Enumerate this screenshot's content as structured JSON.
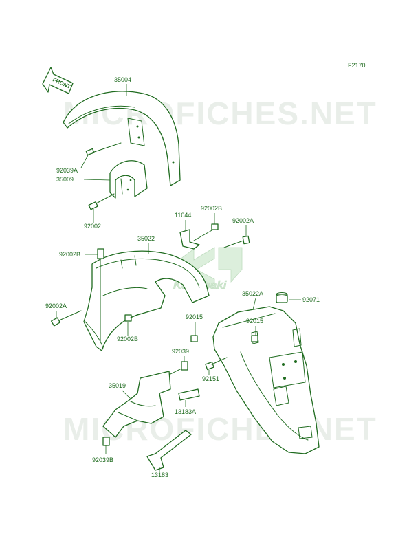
{
  "diagram_code": "F2170",
  "front_marker": "FRONT",
  "watermark_text": "MICROFICHES.NET",
  "brand_text": "Kawasaki",
  "colors": {
    "line": "#1f6b1f",
    "watermark": "#e9eee9",
    "brand": "#cfe7cf"
  },
  "parts": {
    "p35004": "35004",
    "p92039A": "92039A",
    "p35009": "35009",
    "p92002": "92002",
    "p11044": "11044",
    "p92002B_top": "92002B",
    "p92002A_top": "92002A",
    "p35022": "35022",
    "p92002B_left": "92002B",
    "p92002A_left": "92002A",
    "p92002B_low": "92002B",
    "p35022A": "35022A",
    "p92071": "92071",
    "p92015_a": "92015",
    "p92015_b": "92015",
    "p92039": "92039",
    "p35019": "35019",
    "p92151": "92151",
    "p13183A": "13183A",
    "p92039B": "92039B",
    "p13183": "13183"
  }
}
